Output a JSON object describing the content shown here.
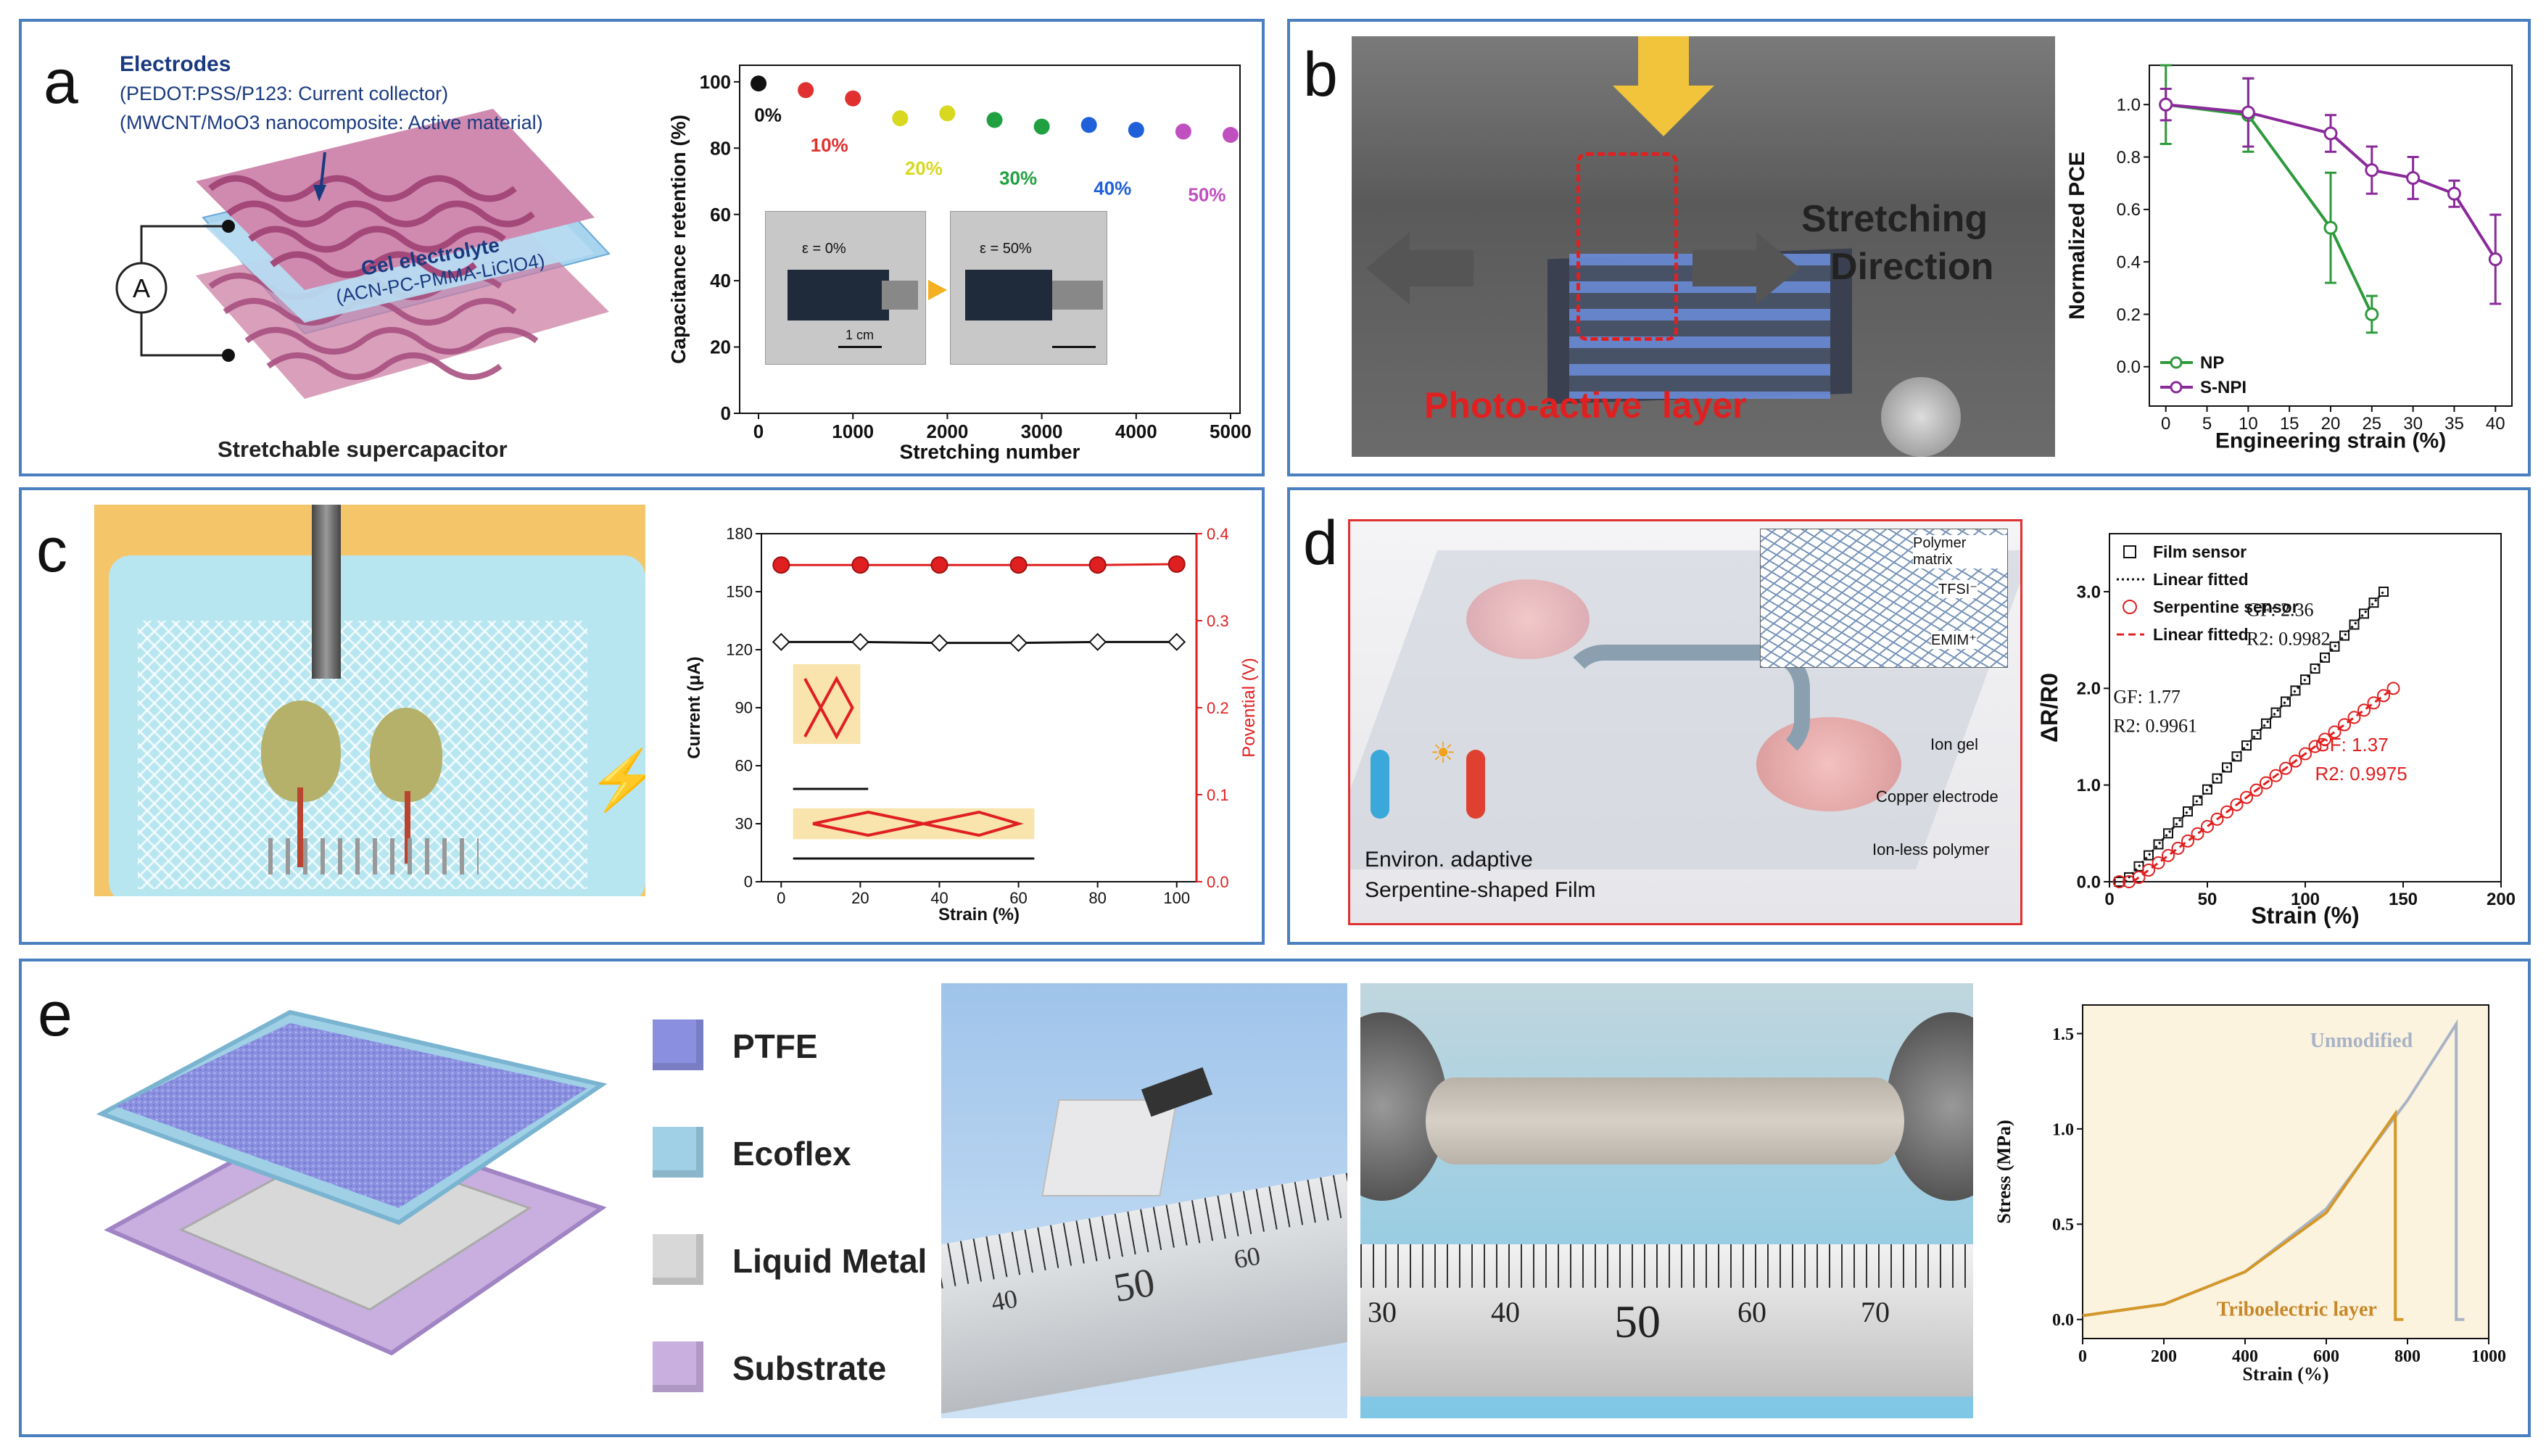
{
  "panels": {
    "a": {
      "label": "a",
      "schematic": {
        "electrodes_title": "Electrodes",
        "electrodes_line1": "(PEDOT:PSS/P123: Current collector)",
        "electrodes_line2": "(MWCNT/MoO3 nanocomposite: Active material)",
        "gel_title": "Gel electrolyte",
        "gel_sub": "(ACN-PC-PMMA-LiClO4)",
        "meter_symbol": "A",
        "caption": "Stretchable supercapacitor"
      },
      "inset": {
        "left_label": "ε = 0%",
        "right_label": "ε = 50%",
        "scale": "1 cm"
      }
    },
    "b": {
      "label": "b",
      "photo": {
        "direction_line1": "Stretching",
        "direction_line2": "Direction",
        "active_layer": "Photo-active  layer"
      }
    },
    "c": {
      "label": "c"
    },
    "d": {
      "label": "d",
      "schematic": {
        "polymer_matrix": "Polymer matrix",
        "tfsi": "TFSI⁻",
        "emim": "EMIM⁺",
        "ion_gel": "Ion gel",
        "copper": "Copper electrode",
        "ionless": "Ion-less polymer",
        "caption_line1": "Environ. adaptive",
        "caption_line2": "Serpentine-shaped Film"
      }
    },
    "e": {
      "label": "e",
      "legend": [
        {
          "name": "PTFE",
          "color": "#8a8fe0"
        },
        {
          "name": "Ecoflex",
          "color": "#9fd0e6"
        },
        {
          "name": "Liquid Metal",
          "color": "#d8d8d8"
        },
        {
          "name": "Substrate",
          "color": "#c9aee0"
        }
      ],
      "ruler1": [
        "40",
        "50",
        "60"
      ],
      "ruler2": [
        "30",
        "40",
        "50",
        "60",
        "70"
      ]
    }
  },
  "chart_data": [
    {
      "id": "a",
      "type": "scatter",
      "xlabel": "Stretching number",
      "ylabel": "Capacitance retention (%)",
      "xlim": [
        -200,
        5100
      ],
      "ylim": [
        0,
        105
      ],
      "xticks": [
        "0",
        "1000",
        "2000",
        "3000",
        "4000",
        "5000"
      ],
      "yticks": [
        "0",
        "20",
        "40",
        "60",
        "80",
        "100"
      ],
      "points": [
        {
          "x": 0,
          "y": 99.5,
          "color": "#111111"
        },
        {
          "x": 500,
          "y": 97.5,
          "color": "#e03030"
        },
        {
          "x": 1000,
          "y": 95,
          "color": "#e03030"
        },
        {
          "x": 1500,
          "y": 89,
          "color": "#d8d820"
        },
        {
          "x": 2000,
          "y": 90.5,
          "color": "#d8d820"
        },
        {
          "x": 2500,
          "y": 88.5,
          "color": "#20a040"
        },
        {
          "x": 3000,
          "y": 86.5,
          "color": "#20a040"
        },
        {
          "x": 3500,
          "y": 87,
          "color": "#2060d8"
        },
        {
          "x": 4000,
          "y": 85.5,
          "color": "#2060d8"
        },
        {
          "x": 4500,
          "y": 85,
          "color": "#c050c0"
        },
        {
          "x": 5000,
          "y": 84,
          "color": "#c050c0"
        }
      ],
      "annotations": [
        {
          "text": "0%",
          "x": 100,
          "y": 88,
          "color": "#111111"
        },
        {
          "text": "10%",
          "x": 750,
          "y": 79,
          "color": "#e03030"
        },
        {
          "text": "20%",
          "x": 1750,
          "y": 72,
          "color": "#d8d820"
        },
        {
          "text": "30%",
          "x": 2750,
          "y": 69,
          "color": "#20a040"
        },
        {
          "text": "40%",
          "x": 3750,
          "y": 66,
          "color": "#2060d8"
        },
        {
          "text": "50%",
          "x": 4750,
          "y": 64,
          "color": "#c050c0"
        }
      ]
    },
    {
      "id": "b",
      "type": "line",
      "xlabel": "Engineering strain (%)",
      "ylabel": "Normalized PCE",
      "xlim": [
        -2,
        42
      ],
      "ylim": [
        -0.15,
        1.15
      ],
      "xticks": [
        "0",
        "5",
        "10",
        "15",
        "20",
        "25",
        "30",
        "35",
        "40"
      ],
      "yticks": [
        "0.0",
        "0.2",
        "0.4",
        "0.6",
        "0.8",
        "1.0"
      ],
      "series": [
        {
          "name": "NP",
          "color": "#2e9a3c",
          "x": [
            0,
            10,
            20,
            25
          ],
          "y": [
            1.0,
            0.96,
            0.53,
            0.2
          ],
          "err": [
            0.15,
            0.14,
            0.21,
            0.07
          ]
        },
        {
          "name": "S-NPI",
          "color": "#8a2a9a",
          "x": [
            0,
            10,
            20,
            25,
            30,
            35,
            40
          ],
          "y": [
            1.0,
            0.97,
            0.89,
            0.75,
            0.72,
            0.66,
            0.41
          ],
          "err": [
            0.06,
            0.13,
            0.07,
            0.09,
            0.08,
            0.05,
            0.17
          ]
        }
      ],
      "legend_position": "bottom-left"
    },
    {
      "id": "c",
      "type": "line",
      "xlabel": "Strain (%)",
      "ylabel": "Current (μA)",
      "y2label": "Povential (V)",
      "xlim": [
        -5,
        105
      ],
      "ylim": [
        0,
        180
      ],
      "y2lim": [
        0,
        0.4
      ],
      "xticks": [
        "0",
        "20",
        "40",
        "60",
        "80",
        "100"
      ],
      "yticks": [
        "0",
        "30",
        "60",
        "90",
        "120",
        "150",
        "180"
      ],
      "y2ticks": [
        "0.0",
        "0.1",
        "0.2",
        "0.3",
        "0.4"
      ],
      "series": [
        {
          "name": "Current",
          "color": "#111111",
          "axis": "left",
          "x": [
            0,
            20,
            40,
            60,
            80,
            100
          ],
          "y": [
            124,
            124,
            123.5,
            123.5,
            124,
            124
          ]
        },
        {
          "name": "Potential",
          "color": "#e02020",
          "axis": "right",
          "x": [
            0,
            20,
            40,
            60,
            80,
            100
          ],
          "y": [
            0.364,
            0.364,
            0.364,
            0.364,
            0.364,
            0.365
          ]
        }
      ]
    },
    {
      "id": "d",
      "type": "scatter",
      "xlabel": "Strain (%)",
      "ylabel": "ΔR/R0",
      "xlim": [
        0,
        200
      ],
      "ylim": [
        0,
        3.6
      ],
      "xticks": [
        "0",
        "50",
        "100",
        "150",
        "200"
      ],
      "yticks": [
        "0.0",
        "1.0",
        "2.0",
        "3.0"
      ],
      "series": [
        {
          "name": "Film sensor",
          "marker": "square",
          "color": "#111111",
          "x_range": [
            0,
            140
          ],
          "y_range": [
            0,
            3.0
          ],
          "gf": "GF: 2.36",
          "r2": "R2: 0.9982",
          "gf_low": "GF: 1.77",
          "r2_low": "R2: 0.9961"
        },
        {
          "name": "Linear fitted",
          "marker": "dotted-line",
          "color": "#111111"
        },
        {
          "name": "Serpentine sensor",
          "marker": "circle",
          "color": "#e02020",
          "x_range": [
            0,
            145
          ],
          "y_range": [
            0,
            2.0
          ],
          "gf": "GF: 1.37",
          "r2": "R2: 0.9975"
        },
        {
          "name": "Linear fitted",
          "marker": "dashed-line",
          "color": "#e02020"
        }
      ],
      "legend_position": "top-left"
    },
    {
      "id": "e",
      "type": "line",
      "xlabel": "Strain (%)",
      "ylabel": "Stress (MPa)",
      "xlim": [
        0,
        1000
      ],
      "ylim": [
        -0.1,
        1.65
      ],
      "xticks": [
        "0",
        "200",
        "400",
        "600",
        "800",
        "1000"
      ],
      "yticks": [
        "0.0",
        "0.5",
        "1.0",
        "1.5"
      ],
      "series": [
        {
          "name": "Unmodified",
          "color": "#a9b3c6",
          "x": [
            0,
            200,
            400,
            600,
            800,
            920,
            920,
            940
          ],
          "y": [
            0.02,
            0.08,
            0.25,
            0.58,
            1.15,
            1.55,
            0.0,
            0.0
          ]
        },
        {
          "name": "Triboelectric layer",
          "color": "#d4972a",
          "x": [
            0,
            200,
            400,
            600,
            770,
            770,
            790
          ],
          "y": [
            0.02,
            0.08,
            0.25,
            0.56,
            1.08,
            0.0,
            0.0
          ]
        }
      ]
    }
  ]
}
